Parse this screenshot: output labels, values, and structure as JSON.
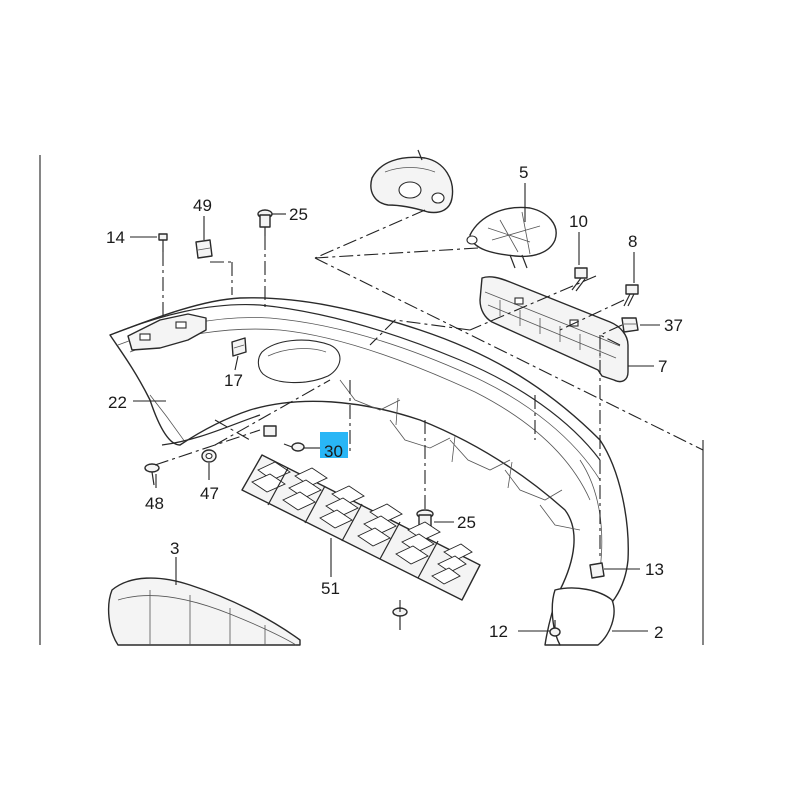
{
  "diagram": {
    "highlight_color": "#29b6f6",
    "callouts": [
      {
        "id": "c5",
        "text": "5"
      },
      {
        "id": "c10",
        "text": "10"
      },
      {
        "id": "c8",
        "text": "8"
      },
      {
        "id": "c37",
        "text": "37"
      },
      {
        "id": "c7",
        "text": "7"
      },
      {
        "id": "c49",
        "text": "49"
      },
      {
        "id": "c25a",
        "text": "25"
      },
      {
        "id": "c14",
        "text": "14"
      },
      {
        "id": "c17",
        "text": "17"
      },
      {
        "id": "c22",
        "text": "22"
      },
      {
        "id": "c30",
        "text": "30"
      },
      {
        "id": "c48",
        "text": "48"
      },
      {
        "id": "c47",
        "text": "47"
      },
      {
        "id": "c25b",
        "text": "25"
      },
      {
        "id": "c3",
        "text": "3"
      },
      {
        "id": "c51",
        "text": "51"
      },
      {
        "id": "c13",
        "text": "13"
      },
      {
        "id": "c12",
        "text": "12"
      },
      {
        "id": "c2",
        "text": "2"
      }
    ]
  }
}
